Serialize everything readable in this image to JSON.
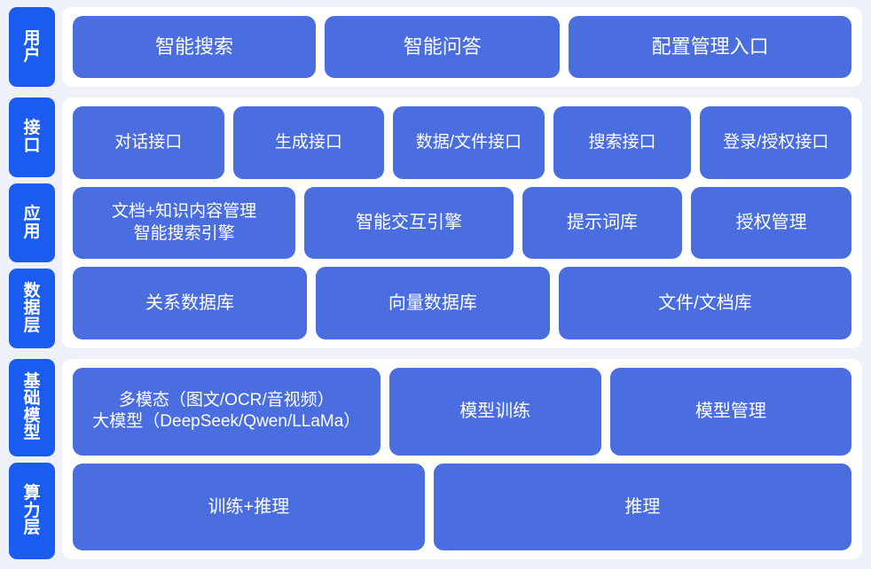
{
  "colors": {
    "background": "#eef1f7",
    "panel": "#ffffff",
    "tab_blue": "#1a5cf0",
    "box_blue": "#4a6ee0",
    "text_white": "#ffffff"
  },
  "bands": [
    {
      "id": "users",
      "tabs": [
        {
          "label": "用户"
        }
      ],
      "rows": [
        {
          "id": "user-entries",
          "boxes": [
            {
              "label": "智能搜索"
            },
            {
              "label": "智能问答"
            },
            {
              "label": "配置管理入口"
            }
          ]
        }
      ]
    },
    {
      "id": "platform",
      "tabs": [
        {
          "label": "接口"
        },
        {
          "label": "应用"
        },
        {
          "label": "数据层"
        }
      ],
      "rows": [
        {
          "id": "interface",
          "boxes": [
            {
              "label": "对话接口"
            },
            {
              "label": "生成接口"
            },
            {
              "label": "数据/文件接口"
            },
            {
              "label": "搜索接口"
            },
            {
              "label": "登录/授权接口"
            }
          ]
        },
        {
          "id": "application",
          "boxes": [
            {
              "label": "文档+知识内容管理\n智能搜索引擎"
            },
            {
              "label": "智能交互引擎"
            },
            {
              "label": "提示词库"
            },
            {
              "label": "授权管理"
            }
          ]
        },
        {
          "id": "data",
          "boxes": [
            {
              "label": "关系数据库"
            },
            {
              "label": "向量数据库"
            },
            {
              "label": "文件/文档库"
            }
          ]
        }
      ]
    },
    {
      "id": "infrastructure",
      "tabs": [
        {
          "label": "基础模型"
        },
        {
          "label": "算力层"
        }
      ],
      "rows": [
        {
          "id": "model",
          "boxes": [
            {
              "label": "多模态（图文/OCR/音视频）\n大模型（DeepSeek/Qwen/LLaMa）"
            },
            {
              "label": "模型训练"
            },
            {
              "label": "模型管理"
            }
          ]
        },
        {
          "id": "compute",
          "boxes": [
            {
              "label": "训练+推理"
            },
            {
              "label": "推理"
            }
          ]
        }
      ]
    }
  ]
}
